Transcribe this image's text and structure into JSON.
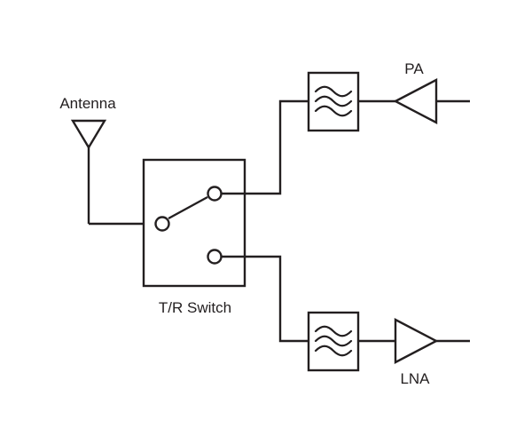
{
  "labels": {
    "antenna": "Antenna",
    "switch": "T/R Switch",
    "pa": "PA",
    "lna": "LNA"
  },
  "colors": {
    "stroke": "#231f20",
    "background": "#ffffff"
  }
}
